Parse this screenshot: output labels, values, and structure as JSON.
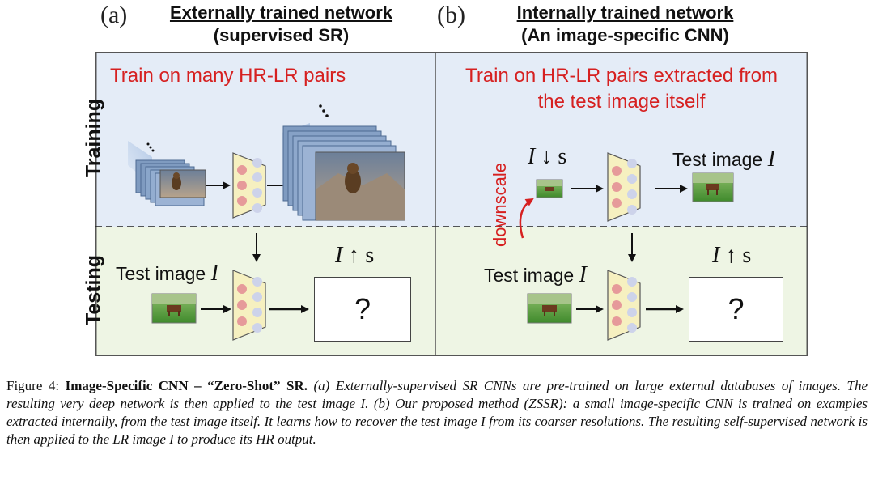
{
  "panel_a": {
    "letter": "(a)",
    "title_line1": "Externally trained network",
    "title_line2": "(supervised SR)",
    "training_text": "Train on many HR-LR pairs",
    "test_label": "Test image",
    "test_label_var": "I",
    "output_math_var": "I",
    "output_math_op": "↑ s",
    "question": "?"
  },
  "panel_b": {
    "letter": "(b)",
    "title_line1": "Internally trained network",
    "title_line2": "(An image-specific CNN)",
    "training_text_line1": "Train on HR-LR pairs extracted from",
    "training_text_line2": "the test image itself",
    "downscaled_math_var": "I",
    "downscaled_math_op": "↓ s",
    "train_test_label": "Test image",
    "train_test_label_var": "I",
    "downscale_label": "downscale",
    "test_label": "Test image",
    "test_label_var": "I",
    "output_math_var": "I",
    "output_math_op": "↑ s",
    "question": "?"
  },
  "rows": {
    "training": "Training",
    "testing": "Testing"
  },
  "caption": {
    "fig": "Figure 4:",
    "bold": "Image-Specific CNN – “Zero-Shot” SR.",
    "part_a": "(a) Externally-supervised SR CNNs are pre-trained on large external databases of images. The resulting very deep network is then applied to the test image I.",
    "part_b": "(b) Our proposed method (ZSSR): a small image-specific CNN is trained on examples extracted internally, from the test image itself. It learns how to recover the test image I from its coarser resolutions. The resulting self-supervised network is then applied to the LR image I to produce its HR output."
  },
  "colors": {
    "training_bg": "#e4ecf7",
    "testing_bg": "#eef5e4",
    "accent_red": "#d62020",
    "node_red": "#e69a9a",
    "node_blue": "#cdd3ea",
    "network_fill": "#f6f0c0"
  }
}
